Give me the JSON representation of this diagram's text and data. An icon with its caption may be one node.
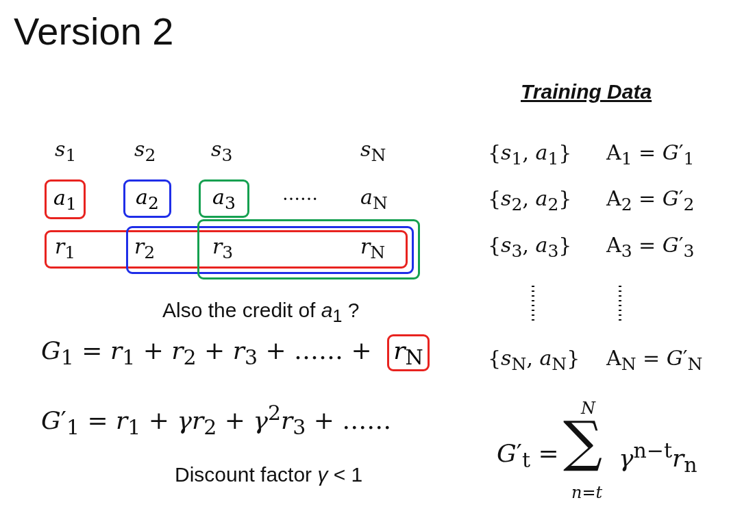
{
  "diagram": {
    "title": "Version 2",
    "nodes": [
      {
        "text": [
          "*a*$_{1}$"
        ]
      },
      {
        "text": [
          "*a*$_{2}$"
        ]
      },
      {
        "text": [
          "*a*$_{3}$"
        ]
      },
      {
        "text": [],
        "shape": "box"
      },
      {
        "text": [],
        "shape": "box"
      },
      {
        "text": [],
        "shape": "box"
      },
      {
        "text": [
          "*r*$_{N}$"
        ]
      }
    ],
    "labels": [
      "Training Data",
      "*s*$_{1}$",
      "*s*$_{2}$",
      "*s*$_{3}$",
      "*s*$_{N}$",
      "……",
      "*a*$_{N}$",
      "*r*$_{1}$",
      "*r*$_{2}$",
      "*r*$_{3}$",
      "*r*$_{N}$",
      "{*s*$_{1}$, *a*$_{1}$}",
      "A$_{1}$ = *G*′$_{1}$",
      "{*s*$_{2}$, *a*$_{2}$}",
      "A$_{2}$ = *G*′$_{2}$",
      "{*s*$_{3}$, *a*$_{3}$}",
      "A$_{3}$ = *G*′$_{3}$",
      "{*s*$_{N}$, *a*$_{N}$}",
      "A$_{N}$ = *G*′$_{N}$",
      "Also the credit of *a*$_{1}$ ?",
      "*G*$_{1}$ = *r*$_{1}$ + *r*$_{2}$ + *r*$_{3}$ + …… +",
      "*G*′$_{1}$ = *r*$_{1}$ + *γr*$_{2}$ + *γ*$^{2}$*r*$_{3}$ + ……",
      "Discount factor *γ* < 1",
      "*G*′$_{t}$ =",
      "∑",
      "*N*",
      "*n*=*t*",
      "*γ*$^{n−t}$*r*$_{n}$"
    ]
  }
}
